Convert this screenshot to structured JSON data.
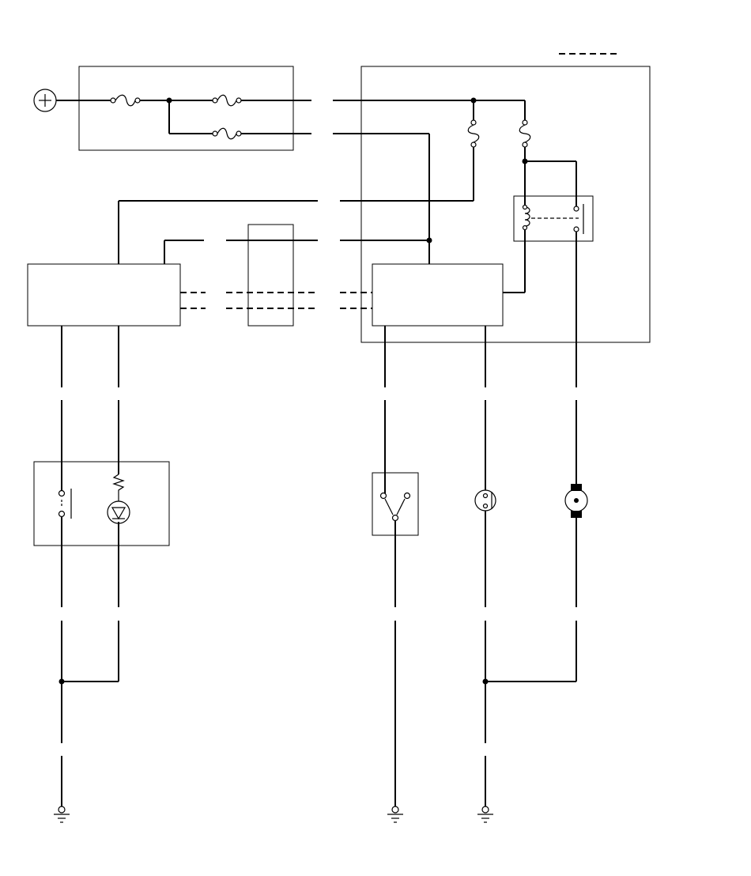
{
  "diagram": {
    "line_color": "#000000",
    "background": "#ffffff",
    "legend_line_style": "dashed",
    "components": [
      "battery-positive-icon",
      "fuse-box",
      "relay-box",
      "control-module-left",
      "connector-block",
      "control-module-right",
      "switch-lamp-unit",
      "selector-switch",
      "sensor",
      "motor",
      "ground-symbol"
    ]
  }
}
